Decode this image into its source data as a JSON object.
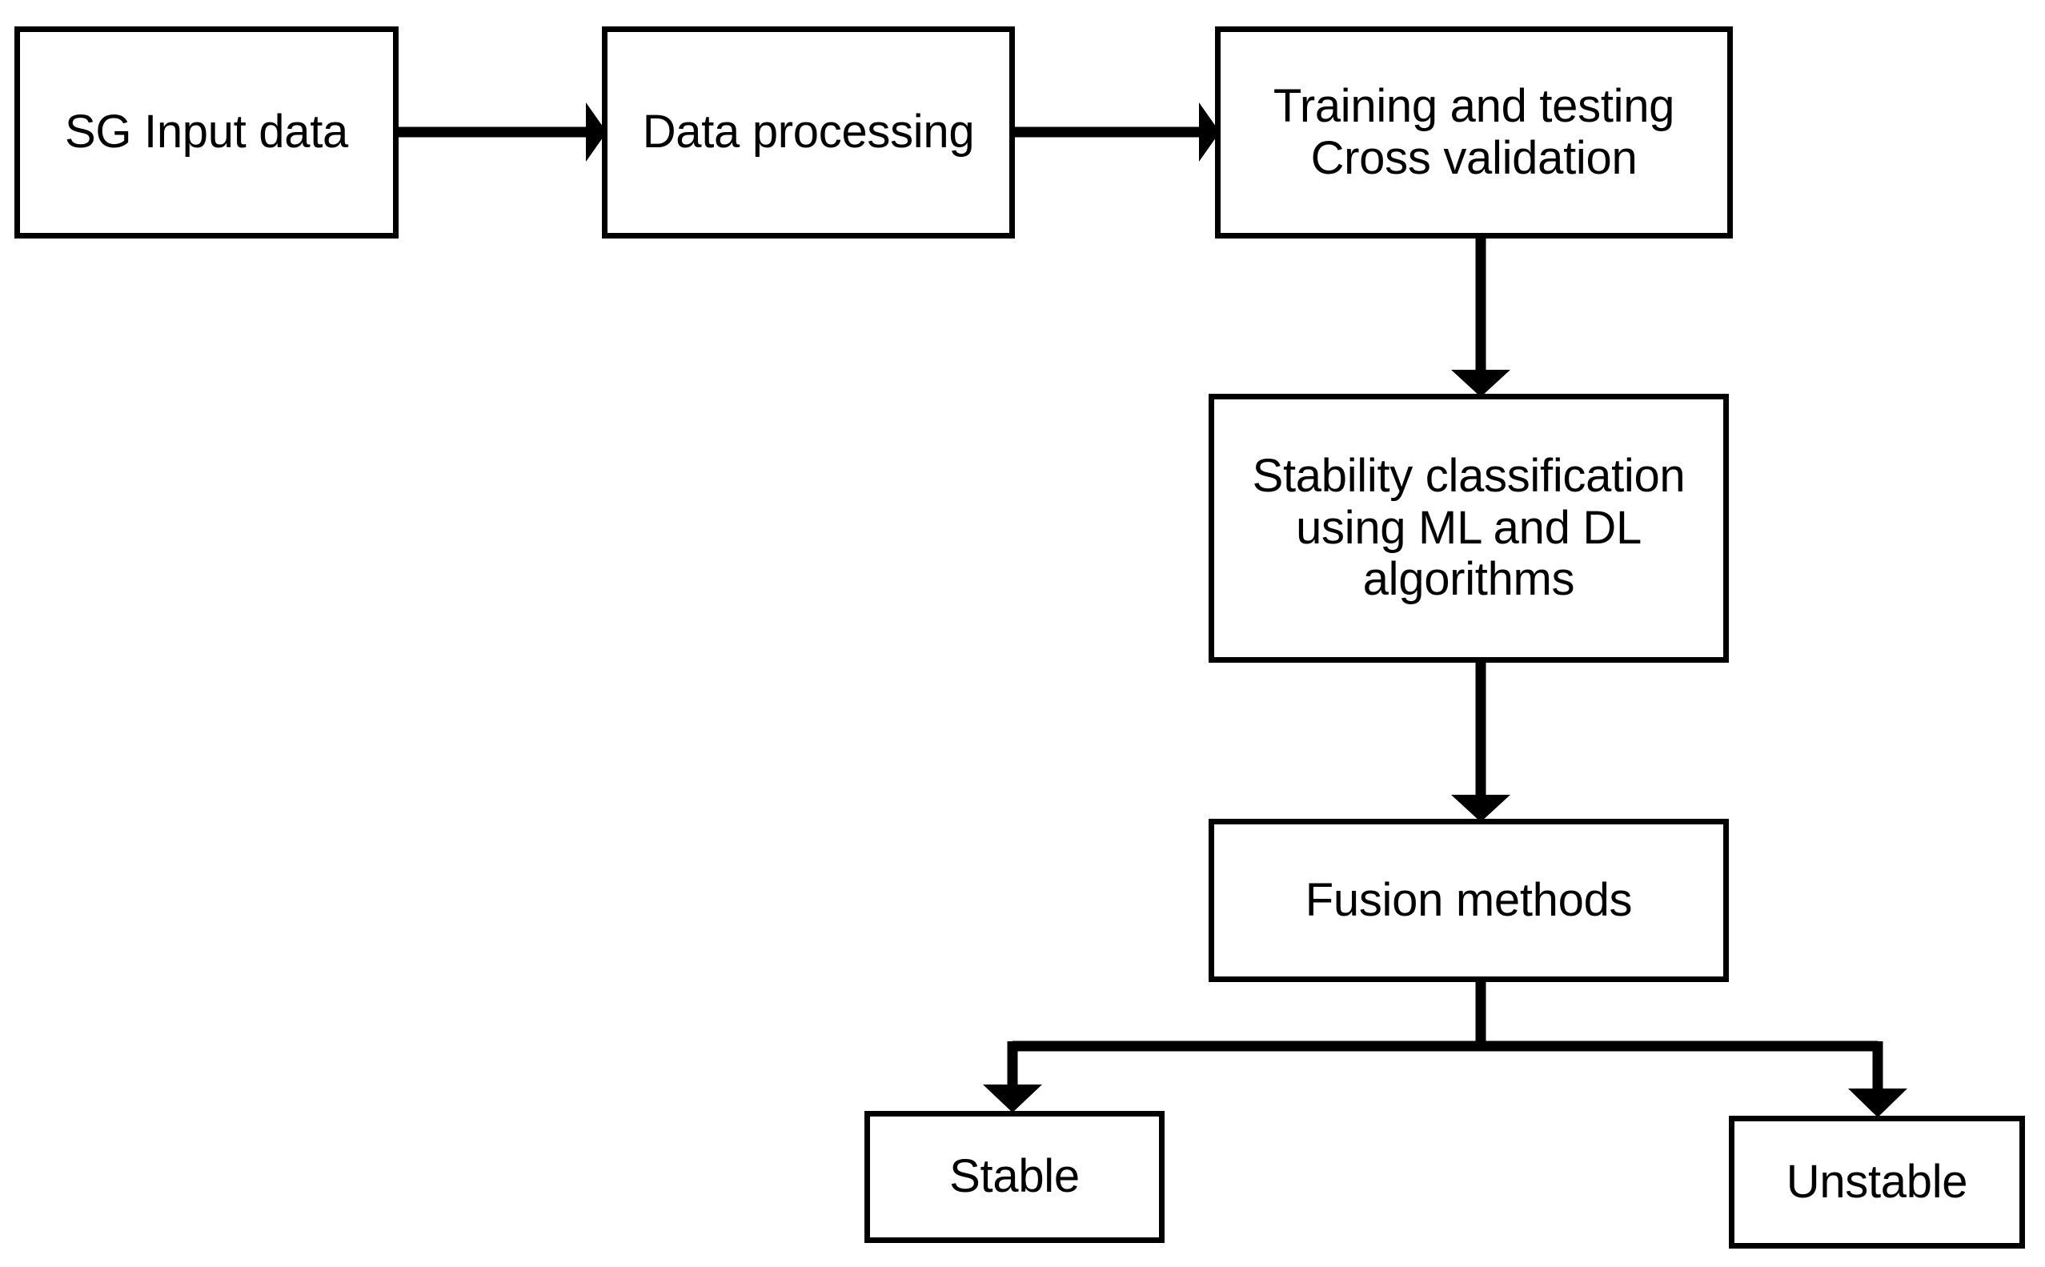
{
  "diagram": {
    "type": "flowchart",
    "orientation": "top-down-with-branch",
    "background_color": "#ffffff",
    "line_color": "#000000",
    "text_color": "#000000",
    "nodes": [
      {
        "id": "input",
        "label": "SG Input data",
        "shape": "rectangle"
      },
      {
        "id": "processing",
        "label": "Data processing",
        "shape": "rectangle"
      },
      {
        "id": "training",
        "label": "Training and testing\nCross validation",
        "shape": "rectangle"
      },
      {
        "id": "stability",
        "label": "Stability classification\nusing ML and DL\nalgorithms",
        "shape": "rectangle"
      },
      {
        "id": "fusion",
        "label": "Fusion methods",
        "shape": "rectangle"
      },
      {
        "id": "stable",
        "label": "Stable",
        "shape": "rectangle"
      },
      {
        "id": "unstable",
        "label": "Unstable",
        "shape": "rectangle"
      }
    ],
    "edges": [
      {
        "from": "input",
        "to": "processing",
        "style": "arrow",
        "direction": "right"
      },
      {
        "from": "processing",
        "to": "training",
        "style": "arrow",
        "direction": "right"
      },
      {
        "from": "training",
        "to": "stability",
        "style": "arrow",
        "direction": "down"
      },
      {
        "from": "stability",
        "to": "fusion",
        "style": "arrow",
        "direction": "down"
      },
      {
        "from": "fusion",
        "to": "stable",
        "style": "arrow",
        "direction": "down-branch-left"
      },
      {
        "from": "fusion",
        "to": "unstable",
        "style": "arrow",
        "direction": "down-branch-right"
      }
    ]
  }
}
